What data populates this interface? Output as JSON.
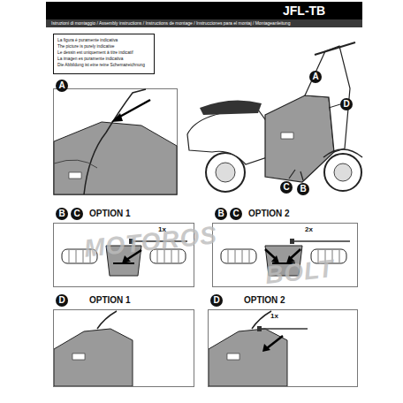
{
  "diagram": {
    "title": "JFL-TB",
    "nodes": [
      {
        "text": [
          "La figura è puramente indicativa",
          "The picture is purely indicative",
          "Le dessin est uniquement à titre indicatif",
          "La imagen es puramente indicativa",
          "Die Abbildung ist eine reine Schemazeichnung"
        ]
      },
      {
        "text": [
          "OPTION 1",
          "1x"
        ]
      },
      {
        "text": [
          "OPTION 2",
          "2x"
        ]
      },
      {
        "text": [
          "OPTION 1"
        ]
      },
      {
        "text": [
          "OPTION 2",
          "1x"
        ]
      }
    ],
    "labels": [
      "Istruzioni di montaggio / Assembly instructions / Instructions de montage / Instrucciones para el montaj / Montageanleitung",
      "A",
      "A",
      "D",
      "C",
      "B",
      "B",
      "C",
      "B",
      "C",
      "D",
      "D",
      "MOTOROS",
      "BOLT"
    ]
  }
}
